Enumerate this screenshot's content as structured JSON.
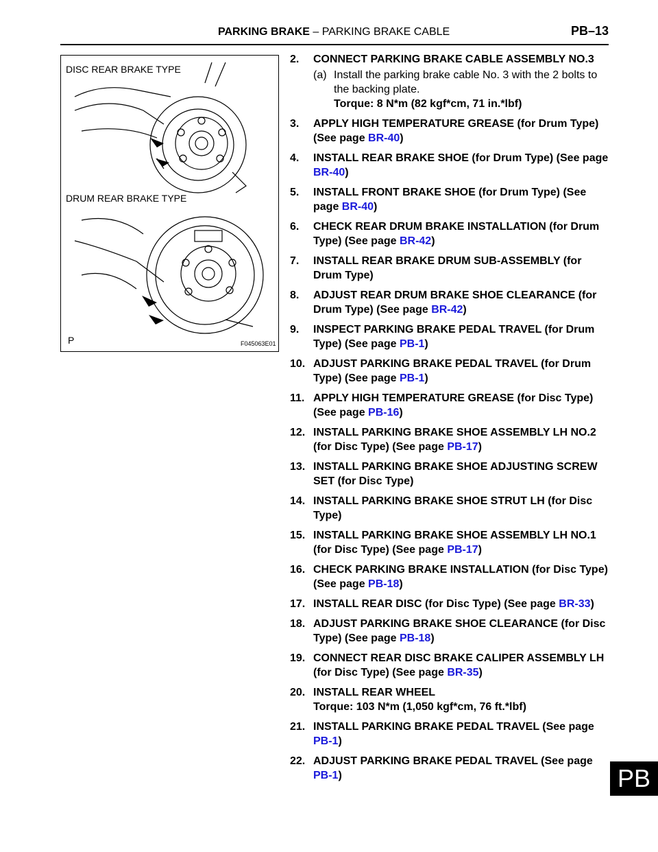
{
  "header": {
    "section": "PARKING BRAKE",
    "separator": "–",
    "subsection": "PARKING BRAKE CABLE",
    "page": "PB–13"
  },
  "figure": {
    "label_top": "DISC REAR BRAKE TYPE",
    "label_bottom": "DRUM REAR BRAKE TYPE",
    "corner_letter": "P",
    "code": "F045063E01"
  },
  "steps": [
    {
      "num": "2.",
      "text": "CONNECT PARKING BRAKE CABLE ASSEMBLY NO.3",
      "link": "",
      "suffix": ""
    },
    {
      "num": "3.",
      "text": "APPLY HIGH TEMPERATURE GREASE (for Drum Type) (See page ",
      "link": "BR-40",
      "suffix": ")"
    },
    {
      "num": "4.",
      "text": "INSTALL REAR BRAKE SHOE (for Drum Type) (See page ",
      "link": "BR-40",
      "suffix": ")"
    },
    {
      "num": "5.",
      "text": "INSTALL FRONT BRAKE SHOE (for Drum Type) (See page ",
      "link": "BR-40",
      "suffix": ")"
    },
    {
      "num": "6.",
      "text": "CHECK REAR DRUM BRAKE INSTALLATION (for Drum Type) (See page ",
      "link": "BR-42",
      "suffix": ")"
    },
    {
      "num": "7.",
      "text": "INSTALL REAR BRAKE DRUM SUB-ASSEMBLY (for Drum Type)",
      "link": "",
      "suffix": ""
    },
    {
      "num": "8.",
      "text": "ADJUST REAR DRUM BRAKE SHOE CLEARANCE (for Drum Type) (See page ",
      "link": "BR-42",
      "suffix": ")"
    },
    {
      "num": "9.",
      "text": "INSPECT PARKING BRAKE PEDAL TRAVEL (for Drum Type) (See page ",
      "link": "PB-1",
      "suffix": ")"
    },
    {
      "num": "10.",
      "text": "ADJUST PARKING BRAKE PEDAL TRAVEL (for Drum Type) (See page ",
      "link": "PB-1",
      "suffix": ")"
    },
    {
      "num": "11.",
      "text": "APPLY HIGH TEMPERATURE GREASE (for Disc Type) (See page ",
      "link": "PB-16",
      "suffix": ")"
    },
    {
      "num": "12.",
      "text": "INSTALL PARKING BRAKE SHOE ASSEMBLY LH NO.2 (for Disc Type) (See page ",
      "link": "PB-17",
      "suffix": ")"
    },
    {
      "num": "13.",
      "text": "INSTALL PARKING BRAKE SHOE ADJUSTING SCREW SET (for Disc Type)",
      "link": "",
      "suffix": ""
    },
    {
      "num": "14.",
      "text": "INSTALL PARKING BRAKE SHOE STRUT LH (for Disc Type)",
      "link": "",
      "suffix": ""
    },
    {
      "num": "15.",
      "text": "INSTALL PARKING BRAKE SHOE ASSEMBLY LH NO.1 (for Disc Type) (See page ",
      "link": "PB-17",
      "suffix": ")"
    },
    {
      "num": "16.",
      "text": "CHECK PARKING BRAKE INSTALLATION (for Disc Type) (See page ",
      "link": "PB-18",
      "suffix": ")"
    },
    {
      "num": "17.",
      "text": "INSTALL REAR DISC (for Disc Type) (See page ",
      "link": "BR-33",
      "suffix": ")"
    },
    {
      "num": "18.",
      "text": "ADJUST PARKING BRAKE SHOE CLEARANCE (for Disc Type) (See page ",
      "link": "PB-18",
      "suffix": ")"
    },
    {
      "num": "19.",
      "text": "CONNECT REAR DISC BRAKE CALIPER ASSEMBLY LH (for Disc Type) (See page ",
      "link": "BR-35",
      "suffix": ")"
    },
    {
      "num": "20.",
      "text": "INSTALL REAR WHEEL",
      "link": "",
      "suffix": ""
    },
    {
      "num": "21.",
      "text": "INSTALL PARKING BRAKE PEDAL TRAVEL (See page ",
      "link": "PB-1",
      "suffix": ")"
    },
    {
      "num": "22.",
      "text": "ADJUST PARKING BRAKE PEDAL TRAVEL (See page ",
      "link": "PB-1",
      "suffix": ")"
    }
  ],
  "step2_sub": {
    "num": "(a)",
    "text": "Install the parking brake cable No. 3 with the 2 bolts to the backing plate.",
    "torque": "Torque: 8 N*m (82 kgf*cm, 71 in.*lbf)"
  },
  "step20_torque": "Torque: 103 N*m (1,050 kgf*cm, 76 ft.*lbf)",
  "side_tab": "PB"
}
